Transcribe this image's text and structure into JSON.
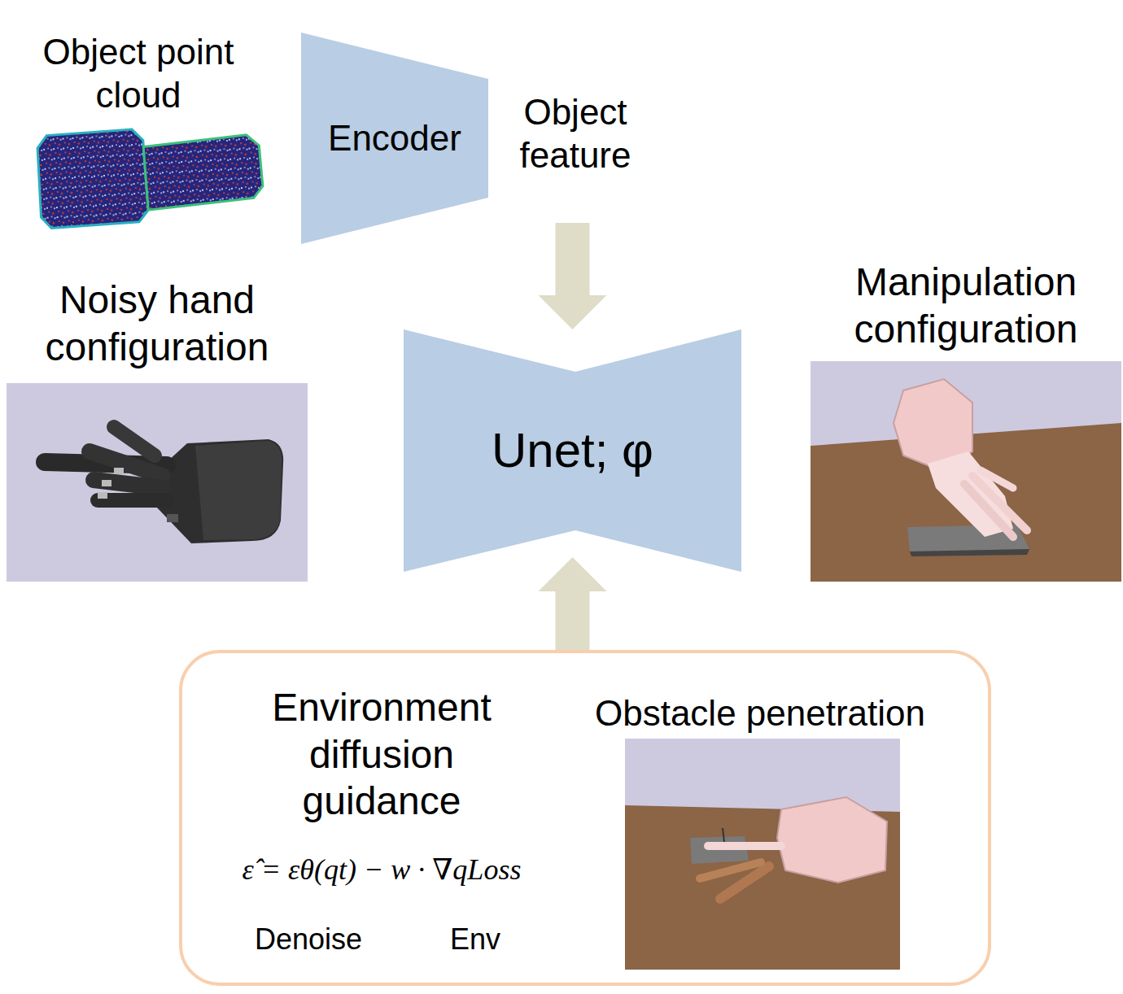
{
  "diagram": {
    "nodes": [
      {
        "text": [
          "Object point cloud"
        ]
      },
      {
        "text": [
          "Encoder"
        ]
      },
      {
        "text": [
          "Noisy hand configuration"
        ]
      },
      {
        "text": [
          "Unet; φ"
        ]
      },
      {
        "text": [
          "Manipulation configuration"
        ]
      },
      {
        "text": [
          "Environment diffusion guidance",
          "ε̂ = εθ(qt) − w · ∇qLoss",
          "Denoise",
          "Env"
        ]
      },
      {
        "text": [
          "Obstacle penetration"
        ],
        "in": 5
      }
    ],
    "edges": [
      {
        "from": 1,
        "to": 3,
        "arrow": "to"
      },
      {
        "from": 5,
        "to": 3,
        "arrow": "to"
      }
    ],
    "labels": [
      "Object feature"
    ]
  }
}
